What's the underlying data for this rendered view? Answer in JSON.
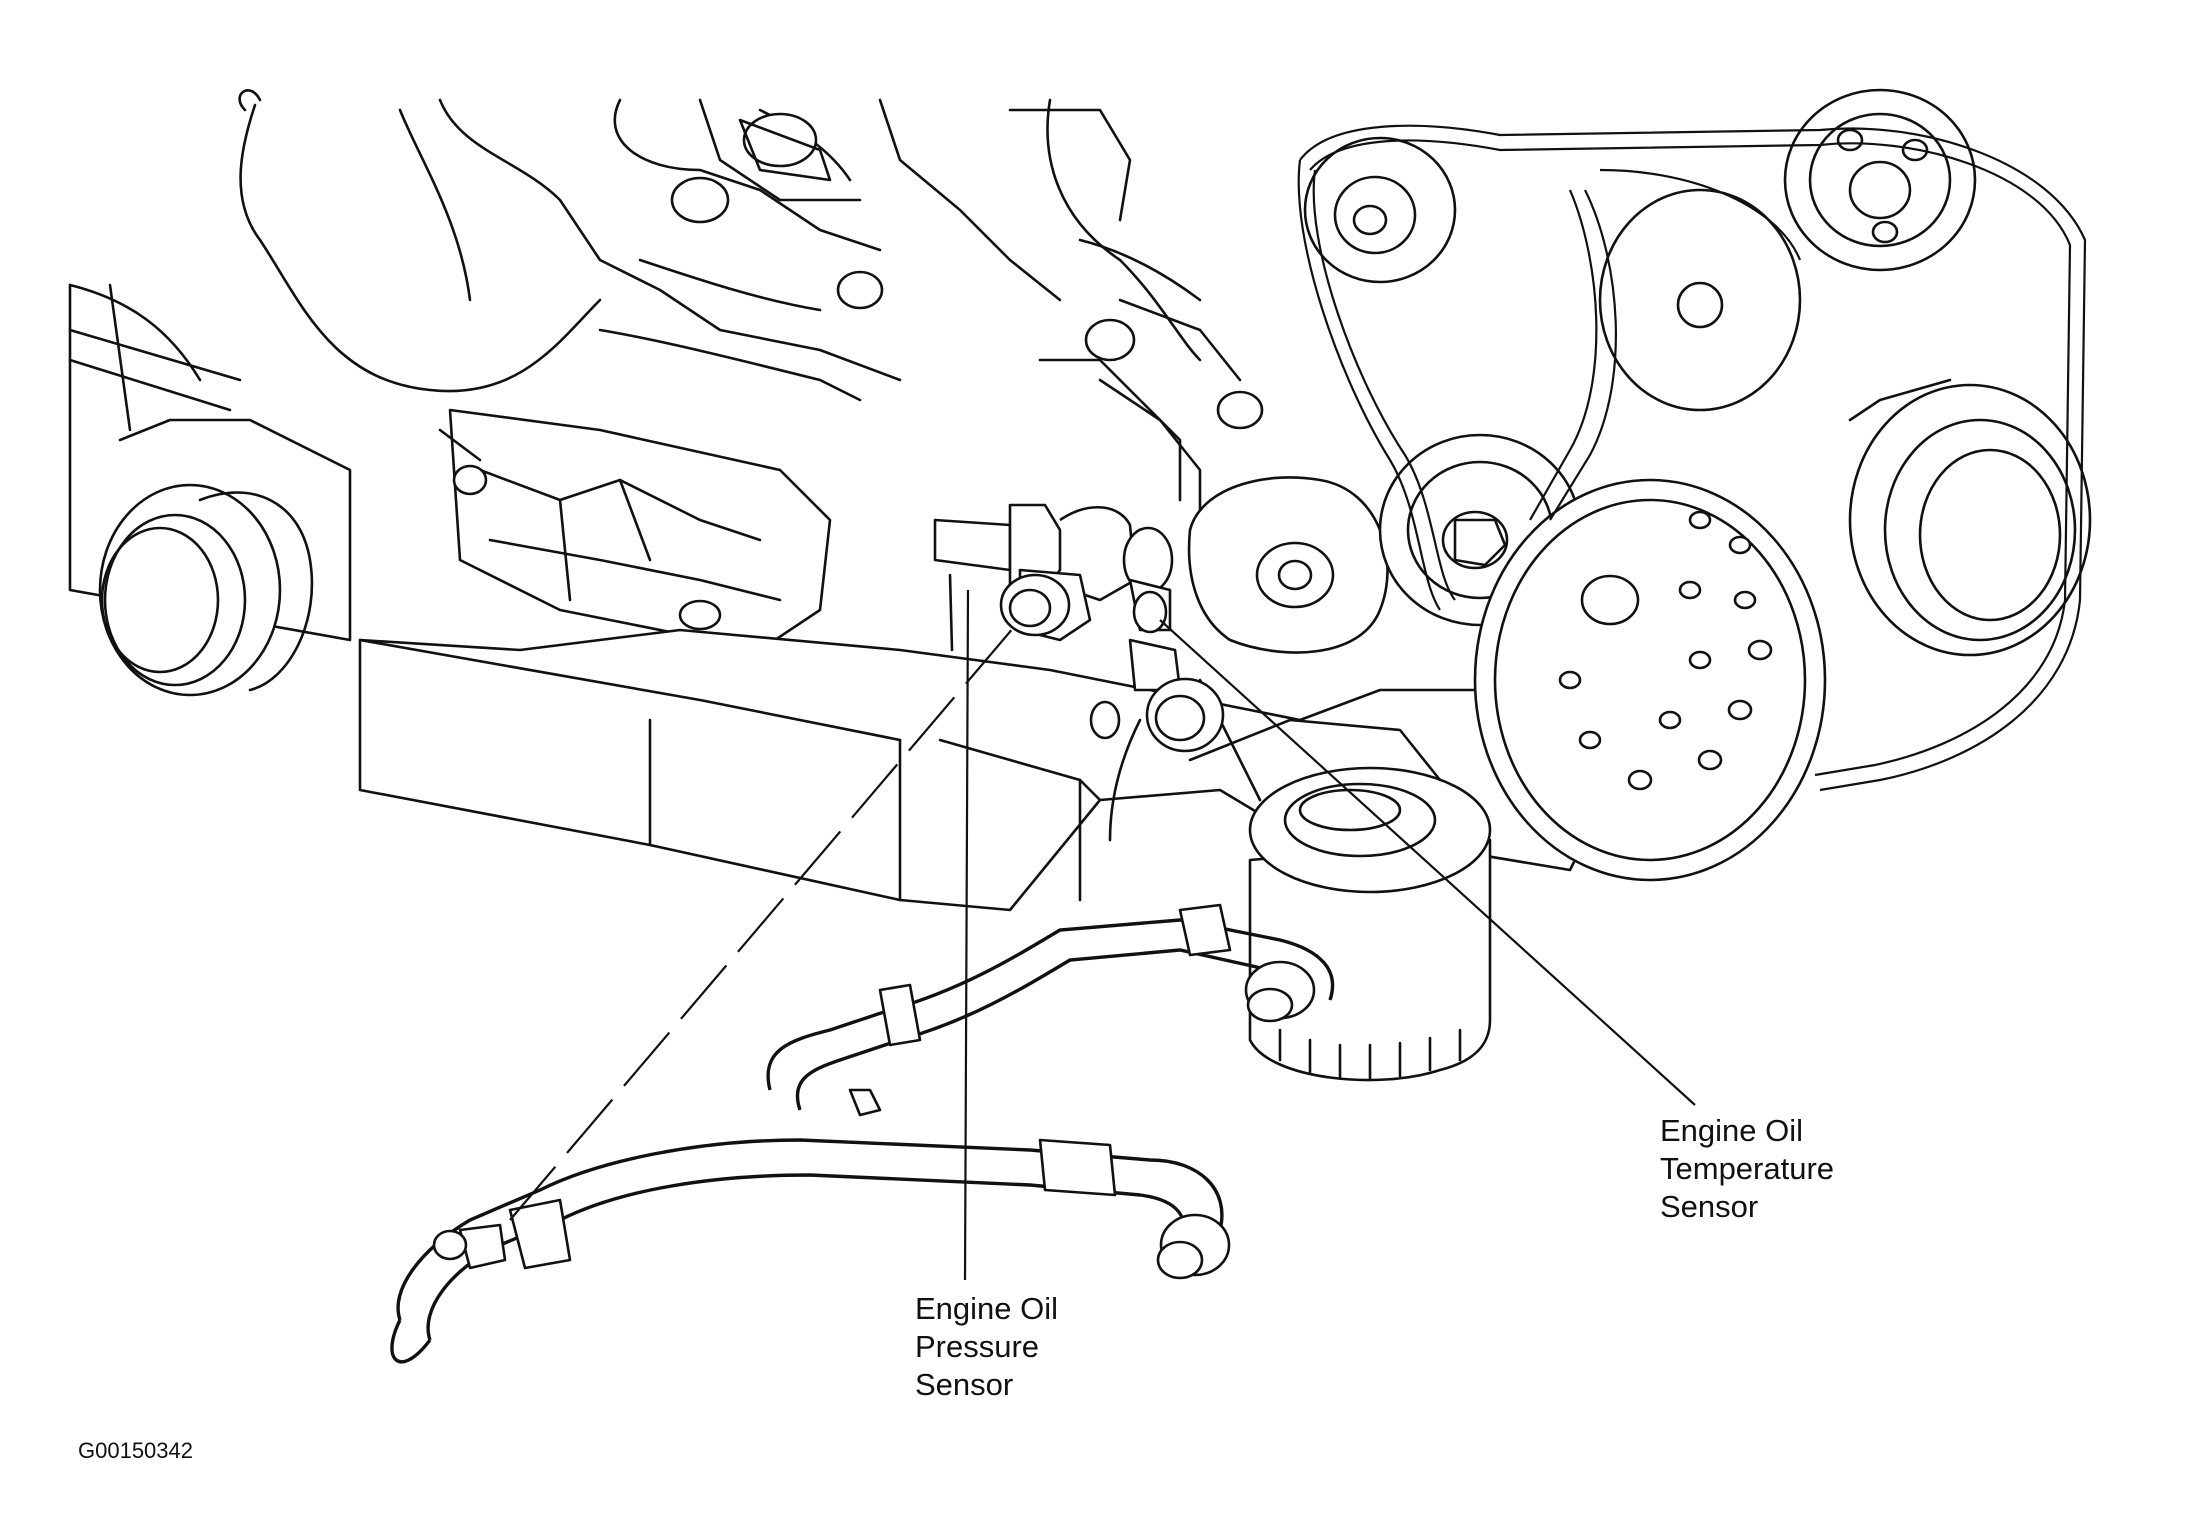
{
  "labels": {
    "oil_pressure_sensor": "Engine Oil\nPressure\nSensor",
    "oil_temperature_sensor": "Engine Oil\nTemperature\nSensor"
  },
  "figure_code": "G00150342"
}
